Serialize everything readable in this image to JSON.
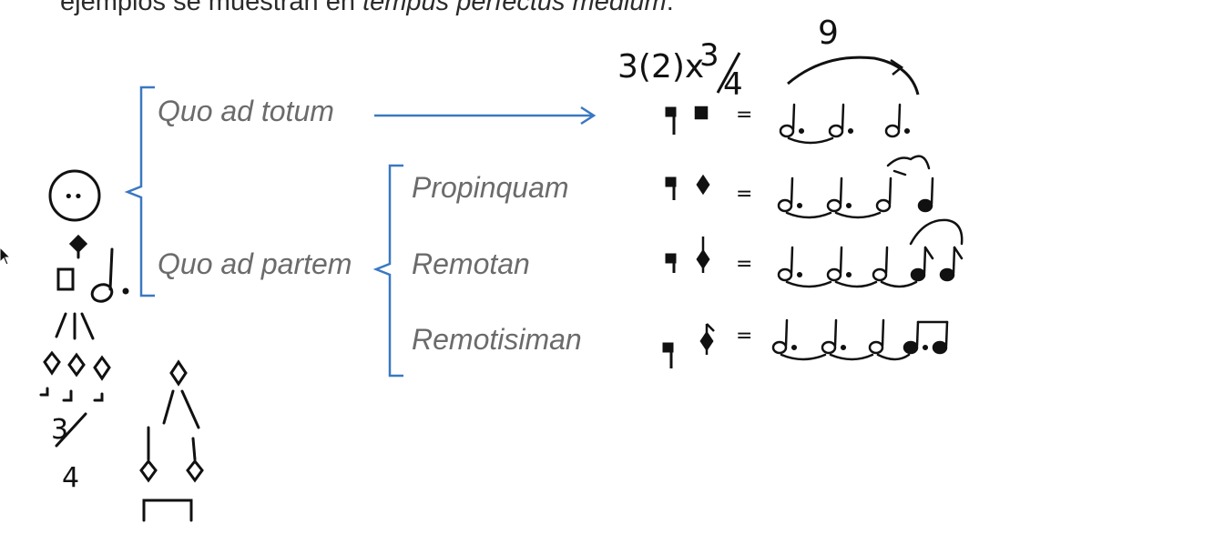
{
  "intro": {
    "text_start": "ejemplos se muestran en ",
    "text_italic": "tempus perfectus medium",
    "text_end": "."
  },
  "labels": {
    "quo_ad_totum": "Quo ad totum",
    "quo_ad_partem": "Quo ad partem",
    "propinquam": "Propinquam",
    "remotan": "Remotan",
    "remotisiman": "Remotisiman"
  },
  "handwriting": {
    "formula_a": "3(2)x",
    "formula_num": "3",
    "formula_den": "4",
    "bracket_count": "9",
    "equals": "=",
    "left_fraction_num": "3",
    "left_fraction_den": "4",
    "dots": "••"
  },
  "colors": {
    "bracket_blue": "#3a78c2",
    "arrow_blue": "#3a78c2",
    "label_gray": "#6b6b6b",
    "ink": "#111111"
  }
}
